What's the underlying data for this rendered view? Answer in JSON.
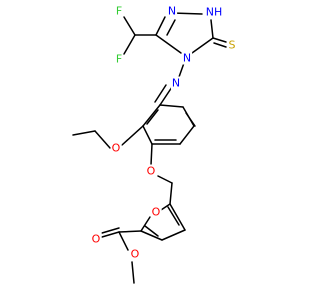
{
  "colors": {
    "bond": "#000000",
    "nitrogen": "#0000ff",
    "oxygen": "#ff0000",
    "sulfur": "#c8a000",
    "fluorine": "#33cc33",
    "background": "#ffffff"
  },
  "atoms": {
    "n_triazole_top": "N",
    "nh_triazole": "NH",
    "n_triazole_4": "N",
    "s_thione": "S",
    "f_upper": "F",
    "f_lower": "F",
    "n_imine": "N",
    "o_ethoxy": "O",
    "o_ether": "O",
    "o_furan": "O",
    "o_carbonyl": "O",
    "o_ester": "O"
  }
}
